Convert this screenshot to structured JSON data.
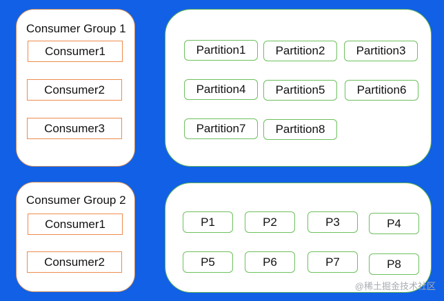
{
  "group1": {
    "title": "Consumer Group 1",
    "consumers": [
      "Consumer1",
      "Consumer2",
      "Consumer3"
    ]
  },
  "group2": {
    "title": "Consumer Group 2",
    "consumers": [
      "Consumer1",
      "Consumer2"
    ]
  },
  "partitions1": [
    "Partition1",
    "Partition2",
    "Partition3",
    "Partition4",
    "Partition5",
    "Partition6",
    "Partition7",
    "Partition8"
  ],
  "partitions2": [
    "P1",
    "P2",
    "P3",
    "P4",
    "P5",
    "P6",
    "P7",
    "P8"
  ],
  "watermark": "@稀土掘金技术社区",
  "colors": {
    "background": "#1160e6",
    "consumer_border": "#ee8a4b",
    "partition_border": "#6cbf5c"
  }
}
